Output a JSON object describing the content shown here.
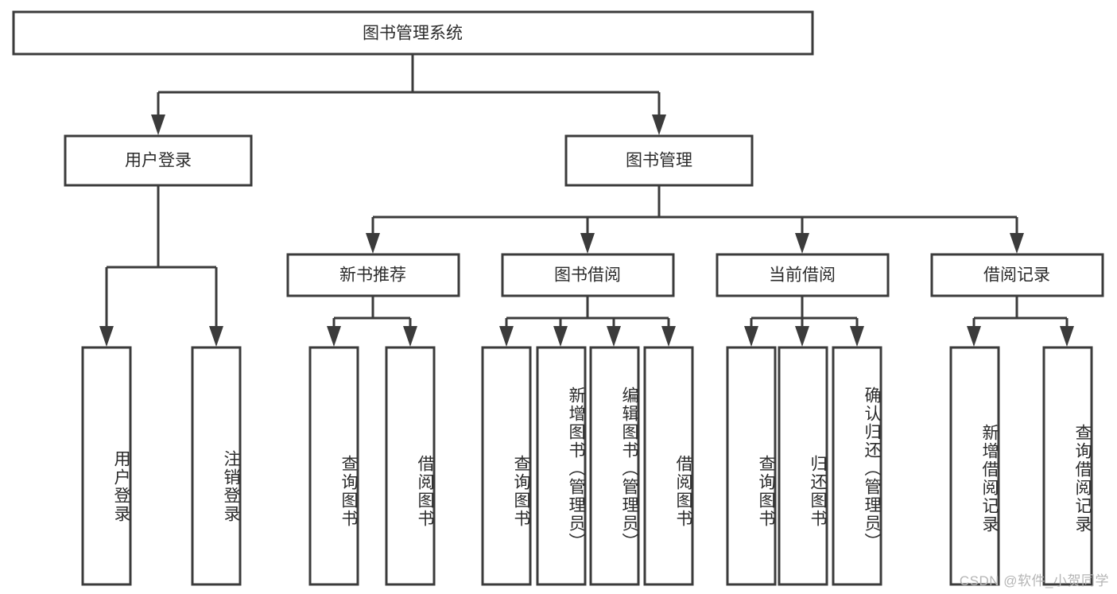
{
  "diagram": {
    "title": "图书管理系统",
    "type": "tree",
    "root": {
      "label": "图书管理系统",
      "name": "node-root-system"
    },
    "level2": [
      {
        "label": "用户登录",
        "name": "node-user-login"
      },
      {
        "label": "图书管理",
        "name": "node-book-management"
      }
    ],
    "level3": [
      {
        "label": "新书推荐",
        "name": "node-new-book-recommend"
      },
      {
        "label": "图书借阅",
        "name": "node-book-borrow"
      },
      {
        "label": "当前借阅",
        "name": "node-current-borrow"
      },
      {
        "label": "借阅记录",
        "name": "node-borrow-record"
      }
    ],
    "leaves": {
      "user_login": [
        {
          "label": "用户登录",
          "name": "leaf-user-login"
        },
        {
          "label": "注销登录",
          "name": "leaf-logout"
        }
      ],
      "new_book_recommend": [
        {
          "label": "查询图书",
          "name": "leaf-query-book-1"
        },
        {
          "label": "借阅图书",
          "name": "leaf-borrow-book-1"
        }
      ],
      "book_borrow": [
        {
          "label": "查询图书",
          "name": "leaf-query-book-2"
        },
        {
          "label": "新增图书（管理员）",
          "name": "leaf-add-book-admin"
        },
        {
          "label": "编辑图书（管理员）",
          "name": "leaf-edit-book-admin"
        },
        {
          "label": "借阅图书",
          "name": "leaf-borrow-book-2"
        }
      ],
      "current_borrow": [
        {
          "label": "查询图书",
          "name": "leaf-query-book-3"
        },
        {
          "label": "归还图书",
          "name": "leaf-return-book"
        },
        {
          "label": "确认归还（管理员）",
          "name": "leaf-confirm-return-admin"
        }
      ],
      "borrow_record": [
        {
          "label": "新增借阅记录",
          "name": "leaf-add-borrow-record"
        },
        {
          "label": "查询借阅记录",
          "name": "leaf-query-borrow-record"
        }
      ]
    },
    "watermark": "CSDN @软件_小贺同学",
    "colors": {
      "stroke": "#3b3b3b",
      "fill": "#ffffff",
      "text": "#2b2b2b",
      "watermark": "#b5b5b5"
    }
  }
}
